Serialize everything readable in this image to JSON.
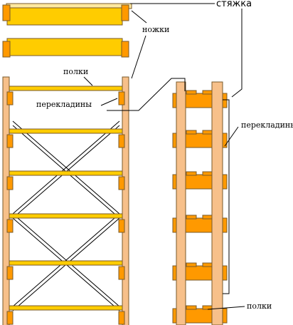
{
  "labels": {
    "styazhka": "стяжка",
    "nozhki": "ножки",
    "polki_top": "полки",
    "perekladiny_left": "перекладины",
    "perekladiny_right": "перекладины",
    "polki_bottom": "полки"
  },
  "colors": {
    "shelf": "#ffcc00",
    "post_light": "#f7c08a",
    "bracket": "#ff9900",
    "outline": "#7a5a2a",
    "line": "#000000"
  }
}
